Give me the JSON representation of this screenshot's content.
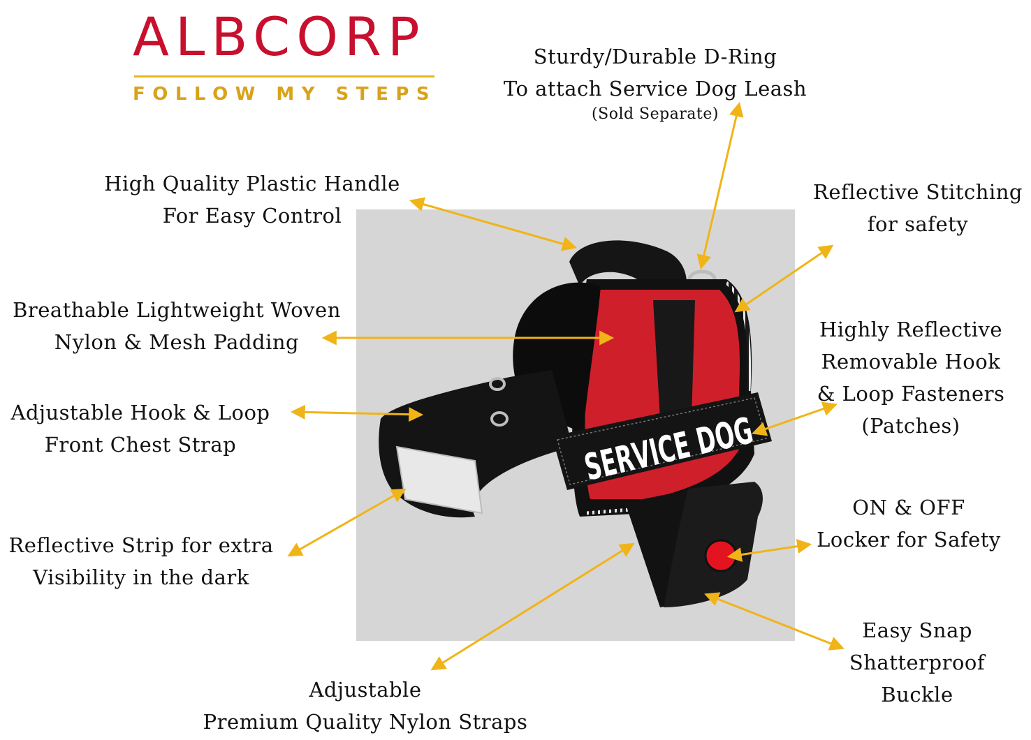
{
  "logo": {
    "wordmark": "ALBCORP",
    "tagline": "FOLLOW MY STEPS",
    "colors": {
      "red": "#c8102e",
      "gold": "#e8b51c"
    }
  },
  "photo": {
    "patch_text": "SERVICE DOG",
    "backdrop_color": "#d6d6d6"
  },
  "arrow_color": "#f0b418",
  "callouts": {
    "d_ring": {
      "line1": "Sturdy/Durable D-Ring",
      "line2": "To attach Service Dog Leash",
      "note": "(Sold Separate)"
    },
    "handle": {
      "line1": "High Quality Plastic Handle",
      "line2": "For Easy Control"
    },
    "stitching": {
      "line1": "Reflective Stitching",
      "line2": "for safety"
    },
    "padding": {
      "line1": "Breathable Lightweight Woven",
      "line2": "Nylon & Mesh Padding"
    },
    "patches": {
      "line1": "Highly Reflective",
      "line2": "Removable Hook",
      "line3": "& Loop Fasteners",
      "line4": "(Patches)"
    },
    "chest_strap": {
      "line1": "Adjustable Hook & Loop",
      "line2": "Front Chest Strap"
    },
    "locker": {
      "line1": "ON & OFF",
      "line2": "Locker for Safety"
    },
    "reflective_strip": {
      "line1": "Reflective Strip for extra",
      "line2": "Visibility in the dark"
    },
    "buckle": {
      "line1": "Easy Snap",
      "line2": "Shatterproof",
      "line3": "Buckle"
    },
    "straps": {
      "line1": "Adjustable",
      "line2": "Premium Quality Nylon Straps"
    }
  }
}
